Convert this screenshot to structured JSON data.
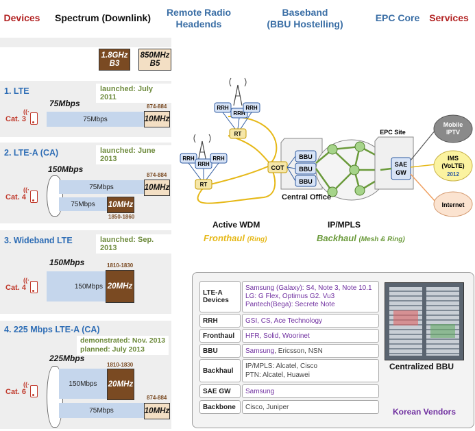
{
  "headers": {
    "devices": "Devices",
    "spectrum": "Spectrum (Downlink)",
    "rrh_line1": "Remote Radio",
    "rrh_line2": "Headends",
    "baseband_line1": "Baseband",
    "baseband_line2": "(BBU Hostelling)",
    "epc": "EPC Core",
    "services": "Services"
  },
  "bands": {
    "b3_line1": "1.8GHz",
    "b3_line2": "B3",
    "b5_line1": "850MHz",
    "b5_line2": "B5"
  },
  "panels": [
    {
      "title": "1. LTE",
      "launch": "launched: July 2011",
      "speed": "75Mbps",
      "cat": "Cat. 3",
      "bars": [
        "75Mbps"
      ],
      "box1": "10MHz",
      "freq1": "874-884"
    },
    {
      "title": "2. LTE-A (CA)",
      "launch": "launched: June 2013",
      "speed": "150Mbps",
      "cat": "Cat. 4",
      "bars": [
        "75Mbps",
        "75Mbps"
      ],
      "box1": "10MHz",
      "freq1": "874-884",
      "box2": "10MHz",
      "freq2": "1850-1860"
    },
    {
      "title": "3. Wideband LTE",
      "launch": "launched: Sep. 2013",
      "speed": "150Mbps",
      "cat": "Cat. 4",
      "bars": [
        "150Mbps"
      ],
      "box1": "20MHz",
      "freq1": "1810-1830"
    },
    {
      "title": "4. 225 Mbps LTE-A (CA)",
      "launch1": "demonstrated: Nov. 2013",
      "launch2": "planned: July 2013",
      "speed": "225Mbps",
      "cat": "Cat. 6",
      "bars": [
        "150Mbps",
        "75Mbps"
      ],
      "box1": "20MHz",
      "freq1": "1810-1830",
      "box2": "10MHz",
      "freq2": "874-884"
    }
  ],
  "diagram": {
    "rrh": "RRH",
    "rt": "RT",
    "cot": "COT",
    "bbu": "BBU",
    "epc_site": "EPC Site",
    "sae_line1": "SAE",
    "sae_line2": "GW",
    "mobile_line1": "Mobile",
    "mobile_line2": "IPTV",
    "ims_line1": "IMS",
    "ims_line2": "(VoLTE)",
    "ims_year": "2012",
    "internet": "Internet",
    "central_office": "Central Office",
    "active_wdm": "Active WDM",
    "ipmpls": "IP/MPLS",
    "fronthaul": "Fronthaul",
    "fronthaul_sub": "(Ring)",
    "backhaul": "Backhaul",
    "backhaul_sub": "(Mesh & Ring)",
    "colors": {
      "fronthaul": "#e6b817",
      "backhaul": "#6a9a3a",
      "node": "#d7e3f6",
      "ims": "#fbf3a0",
      "internet": "#fbe3d0",
      "iptv": "#8a8a8a"
    }
  },
  "vendors": {
    "rows": [
      {
        "label": "LTE-A Devices",
        "lines": [
          "Samsung (Galaxy): S4, Note 3, Note 10.1",
          "LG: G Flex, Optimus G2. Vu3",
          "Pantech(Bega): Secrete Note"
        ]
      },
      {
        "label": "RRH",
        "lines": [
          "GSI, CS, Ace Technology"
        ]
      },
      {
        "label": "Fronthaul",
        "lines": [
          "HFR, Solid, Woorinet"
        ]
      },
      {
        "label": "BBU",
        "lines_purple": "Samsung",
        "lines_gray": ", Ericsson, NSN"
      },
      {
        "label": "Backhaul",
        "lines": [
          "IP/MPLS: Alcatel, Cisco",
          "PTN: Alcatel, Huawei"
        ]
      },
      {
        "label": "SAE GW",
        "lines": [
          "Samsung"
        ]
      },
      {
        "label": "Backbone",
        "lines": [
          "Cisco, Juniper"
        ]
      }
    ],
    "centralized_bbu": "Centralized BBU",
    "korean_vendors": "Korean Vendors"
  }
}
